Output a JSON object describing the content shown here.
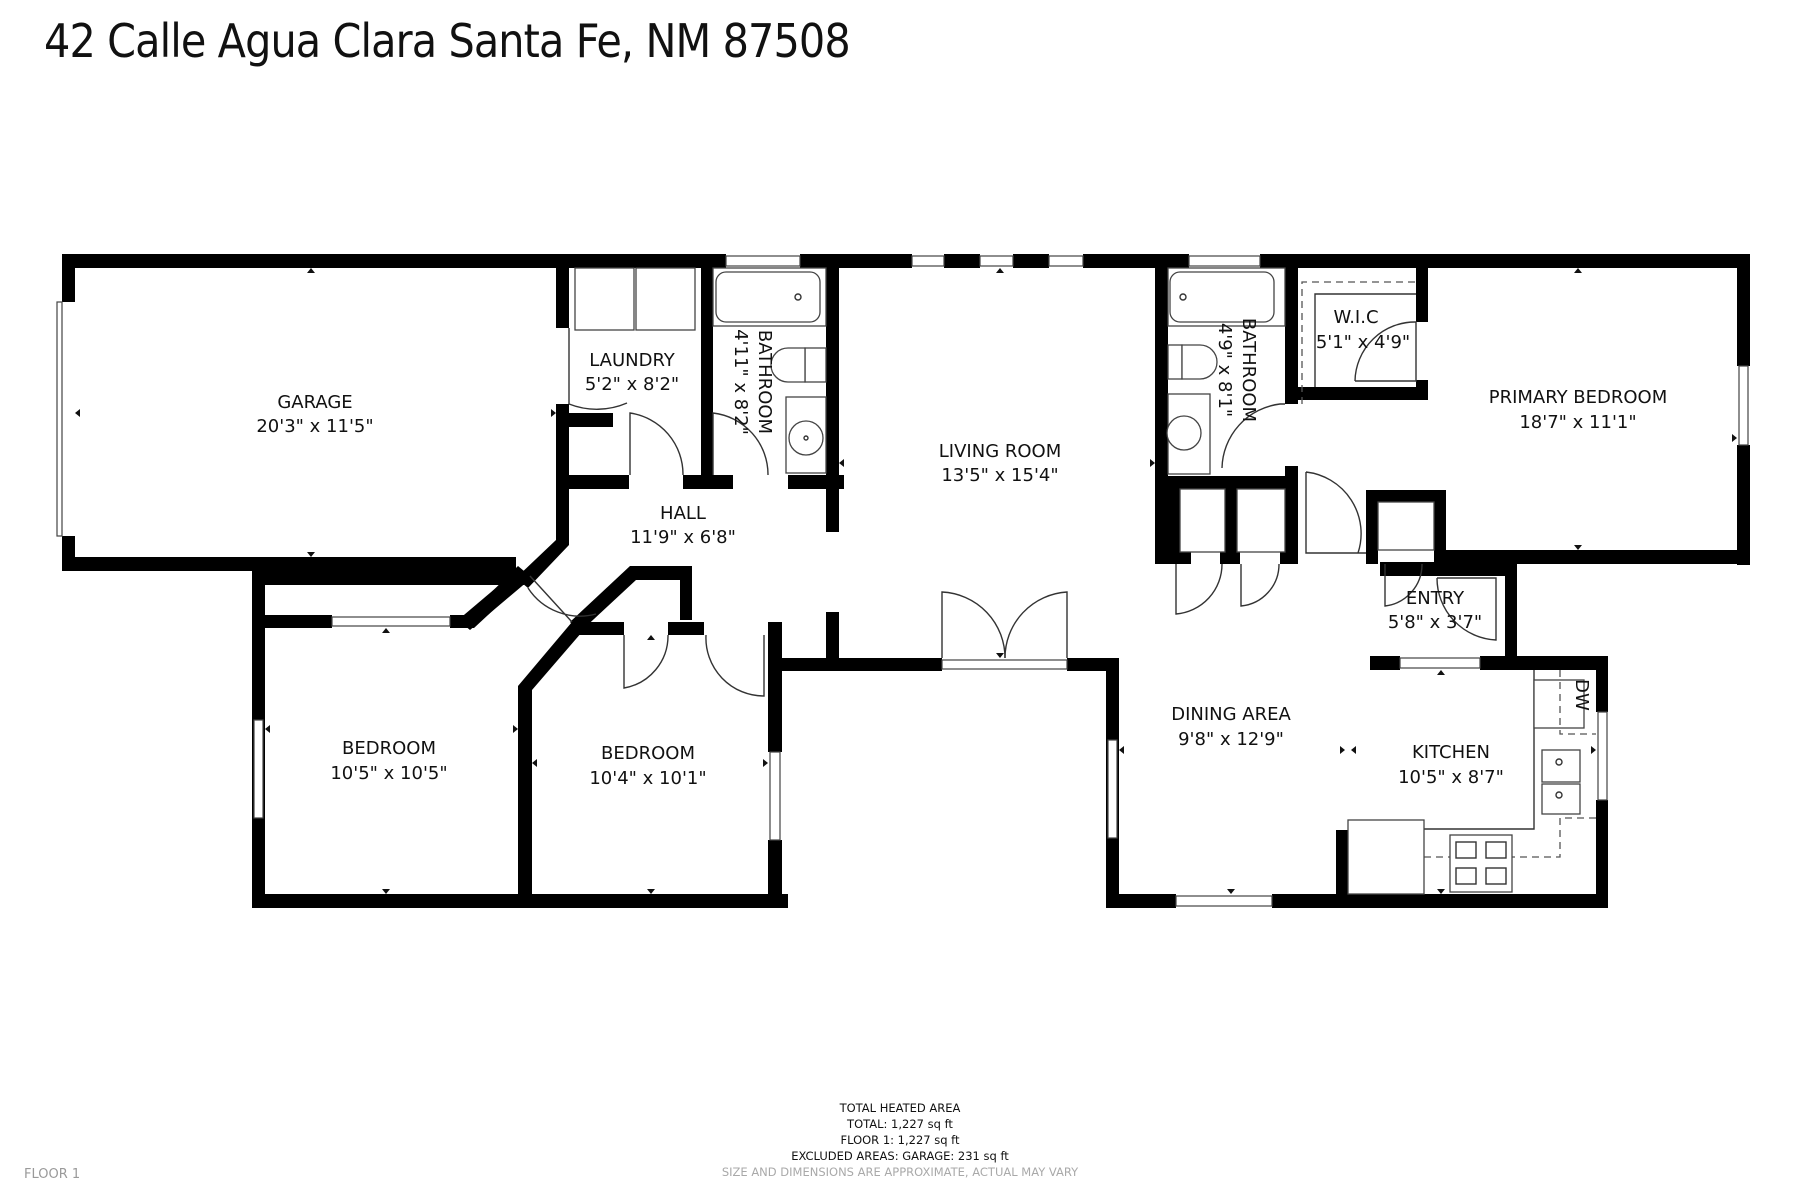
{
  "header": {
    "address": "42 Calle Agua Clara Santa Fe, NM 87508"
  },
  "rooms": {
    "garage": {
      "name": "GARAGE",
      "dims": "20'3\" x 11'5\""
    },
    "laundry": {
      "name": "LAUNDRY",
      "dims": "5'2\" x 8'2\""
    },
    "bathroom_1": {
      "name": "BATHROOM",
      "dims": "4'11\" x 8'2\""
    },
    "living_room": {
      "name": "LIVING ROOM",
      "dims": "13'5\" x 15'4\""
    },
    "bathroom_2": {
      "name": "BATHROOM",
      "dims": "4'9\" x 8'1\""
    },
    "wic": {
      "name": "W.I.C",
      "dims": "5'1\" x 4'9\""
    },
    "primary_bedroom": {
      "name": "PRIMARY BEDROOM",
      "dims": "18'7\" x 11'1\""
    },
    "hall": {
      "name": "HALL",
      "dims": "11'9\" x 6'8\""
    },
    "entry": {
      "name": "ENTRY",
      "dims": "5'8\" x 3'7\""
    },
    "bedroom_1": {
      "name": "BEDROOM",
      "dims": "10'5\" x 10'5\""
    },
    "bedroom_2": {
      "name": "BEDROOM",
      "dims": "10'4\" x 10'1\""
    },
    "dining_area": {
      "name": "DINING AREA",
      "dims": "9'8\" x 12'9\""
    },
    "kitchen": {
      "name": "KITCHEN",
      "dims": "10'5\" x 8'7\""
    }
  },
  "appliances": {
    "dishwasher": "DW"
  },
  "summary": {
    "heading": "TOTAL HEATED AREA",
    "total": "TOTAL: 1,227 sq ft",
    "floor_1": "FLOOR 1: 1,227 sq ft",
    "excluded": "EXCLUDED AREAS: GARAGE: 231 sq ft",
    "disclaimer": "SIZE AND DIMENSIONS ARE APPROXIMATE, ACTUAL MAY VARY"
  },
  "footer": {
    "floor_label": "FLOOR 1"
  }
}
